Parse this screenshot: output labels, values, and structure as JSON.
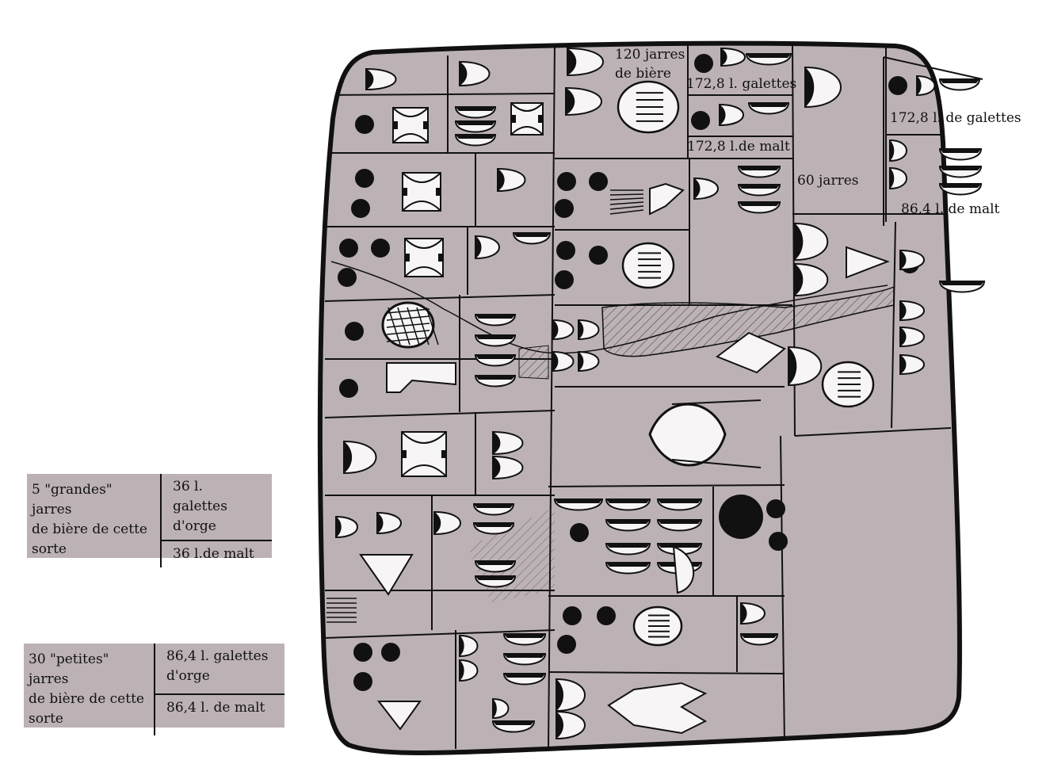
{
  "tablet_annotations": {
    "beer_120": "120 jarres\nde bière",
    "galettes_172_a": "172,8 l. galettes",
    "malt_172": "172,8 l.de malt",
    "galettes_172_b": "172,8 l. de galettes",
    "jarres_60": "60 jarres",
    "malt_86": "86,4 l. de malt"
  },
  "legend_large": {
    "label": "5 \"grandes\" jarres\nde bière de cette\nsorte",
    "galettes": "36 l. galettes\nd'orge",
    "malt": "36 l.de malt"
  },
  "legend_small": {
    "label": "30 \"petites\" jarres\nde bière de cette\nsorte",
    "galettes": "86,4 l. galettes\nd'orge",
    "malt": "86,4 l. de malt"
  },
  "colors": {
    "tablet_fill": "#bcb2b6",
    "ink": "#111111",
    "sign_fill": "#f7f5f5"
  }
}
